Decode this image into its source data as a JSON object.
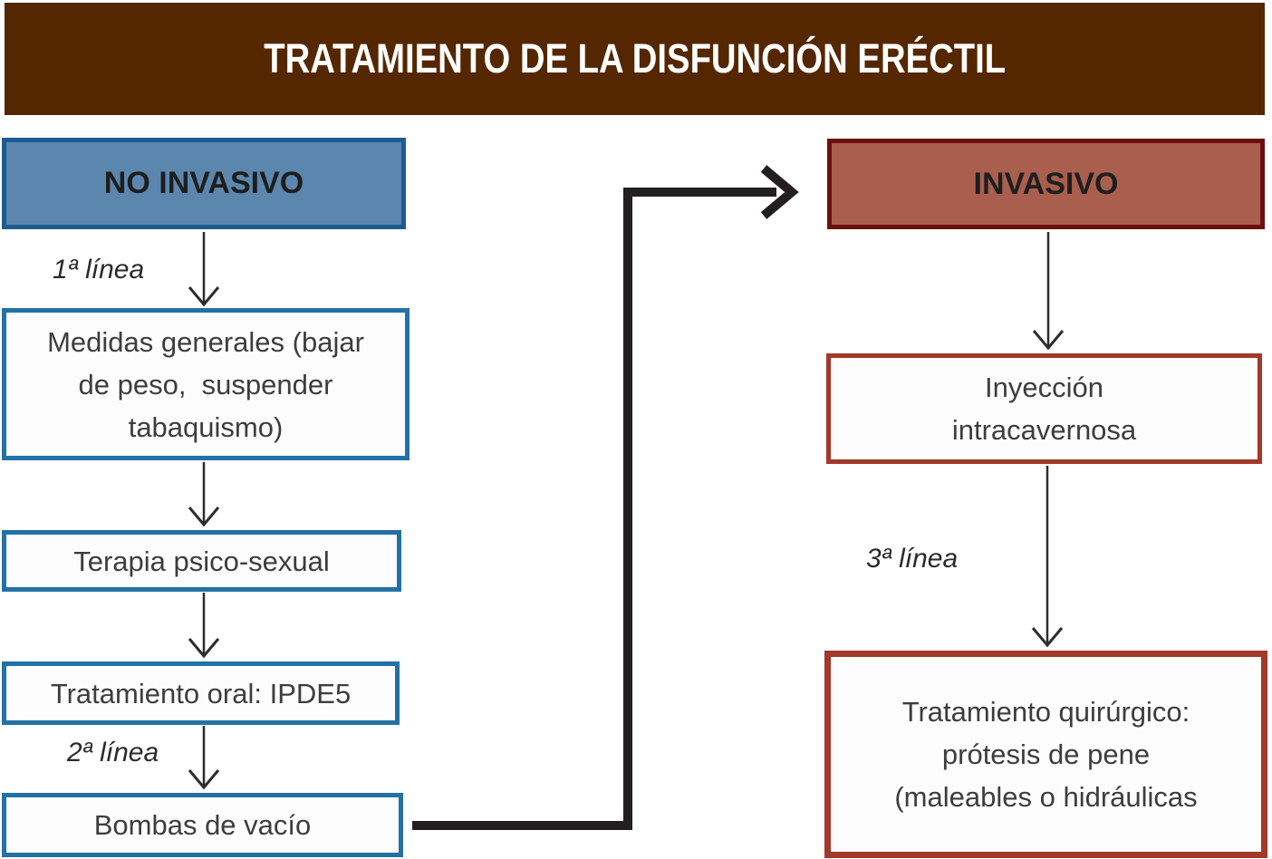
{
  "header": {
    "title": "TRATAMIENTO DE LA DISFUNCIÓN ERÉCTIL"
  },
  "left_branch": {
    "header": "NO INVASIVO",
    "first_line_label": "1ª línea",
    "second_line_label": "2ª línea",
    "medidas": {
      "line1": "Medidas generales (bajar",
      "line2": "de peso,  suspender",
      "line3": "tabaquismo)"
    },
    "terapia": {
      "line1": "Terapia psico-sexual"
    },
    "oral": {
      "line1": "Tratamiento oral: IPDE5"
    },
    "bombas": {
      "line1": "Bombas de vacío"
    }
  },
  "right_branch": {
    "header": "INVASIVO",
    "third_line_label": "3ª línea",
    "inyeccion": {
      "line1": "Inyección",
      "line2": "intracavernosa"
    },
    "quirurgico": {
      "line1": "Tratamiento quirúrgico:",
      "line2": "prótesis de pene",
      "line3": "(maleables o hidráulicas"
    }
  },
  "colors": {
    "header_bg": "#542700",
    "header_text": "#ffffff",
    "noninvasive_fill": "#5b87af",
    "noninvasive_border": "#1d5c92",
    "noninvasive_box_border": "#2371a5",
    "invasive_fill": "#a95e4e",
    "invasive_border": "#6b100f",
    "invasive_box_border": "#a2392a",
    "text_dark": "#3d3d3d",
    "arrow": "#2d2d2d"
  }
}
